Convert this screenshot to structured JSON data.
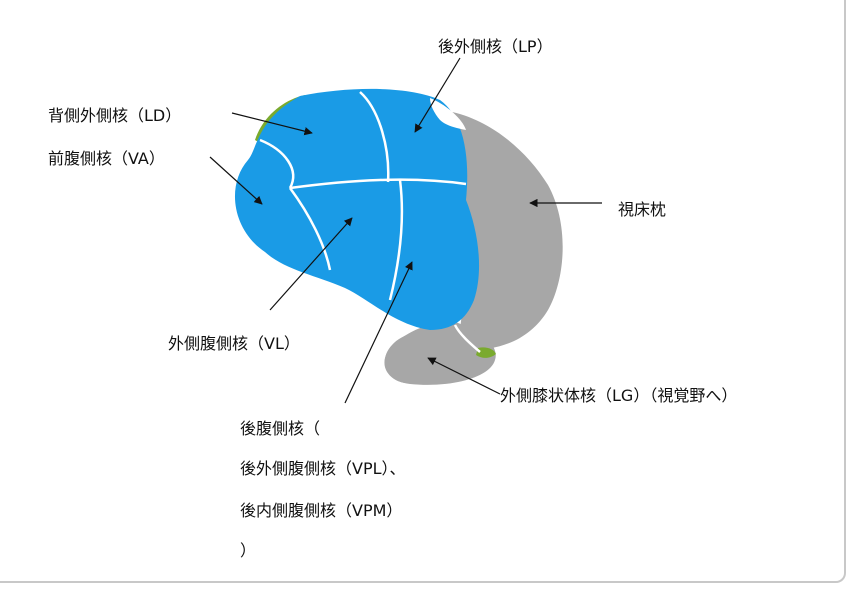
{
  "colors": {
    "nucleus_blue": "#1a9be6",
    "pulvinar_gray": "#a7a7a7",
    "lateral_dorsal_green": "#7aaa2e",
    "boundary_white": "#ffffff",
    "frame": "#c8c8c8"
  },
  "labels": {
    "lp": "後外側核（LP）",
    "ld": "背側外側核（LD）",
    "va": "前腹側核（VA）",
    "pulvinar": "視床枕",
    "vl": "外側腹側核（VL）",
    "lg": "外側膝状体核（LG）（視覚野へ）",
    "vp_line1": "後腹側核（",
    "vp_line2": "後外側腹側核（VPL）、",
    "vp_line3": "後内側腹側核（VPM）",
    "vp_line4": "）"
  }
}
